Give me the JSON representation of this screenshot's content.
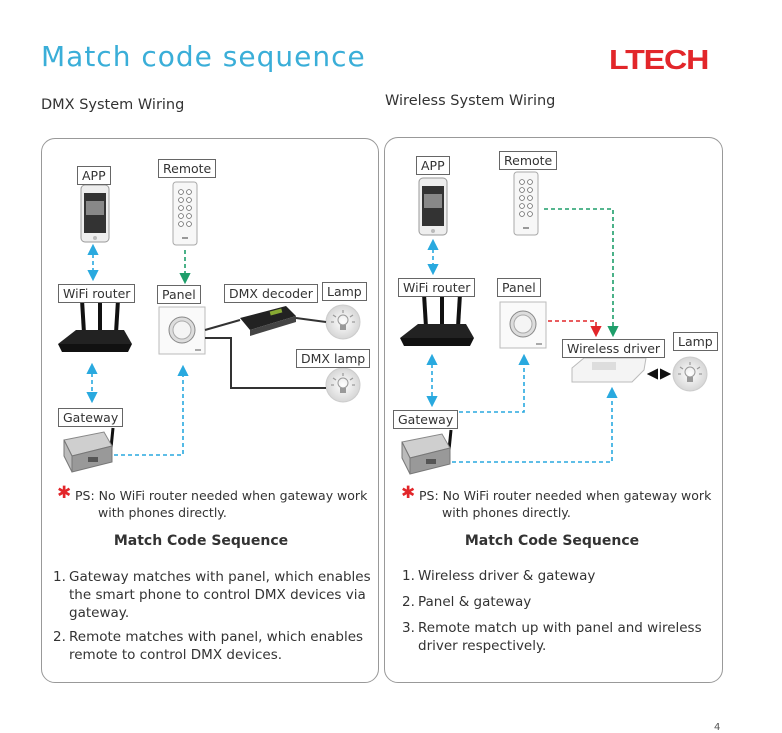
{
  "page": {
    "title": "Match code sequence",
    "logo": "LTECH",
    "page_number": "4"
  },
  "dmx": {
    "heading": "DMX System Wiring",
    "labels": {
      "app": "APP",
      "remote": "Remote",
      "wifi_router": "WiFi router",
      "panel": "Panel",
      "dmx_decoder": "DMX decoder",
      "lamp": "Lamp",
      "dmx_lamp": "DMX lamp",
      "gateway": "Gateway"
    },
    "ps_line1": "PS: No WiFi router needed when gateway work",
    "ps_line2": "with phones directly.",
    "sequence_title": "Match Code Sequence",
    "steps": [
      {
        "num": "1.",
        "lines": [
          "Gateway matches with panel, which enables",
          "the smart phone to control DMX devices via",
          "gateway."
        ]
      },
      {
        "num": "2.",
        "lines": [
          "Remote matches with panel, which enables",
          "remote to control DMX devices."
        ]
      }
    ]
  },
  "wireless": {
    "heading": "Wireless System Wiring",
    "labels": {
      "app": "APP",
      "remote": "Remote",
      "wifi_router": "WiFi router",
      "panel": "Panel",
      "wireless_driver": "Wireless driver",
      "lamp": "Lamp",
      "gateway": "Gateway"
    },
    "ps_line1": "PS: No WiFi router needed when gateway work",
    "ps_line2": "with phones directly.",
    "sequence_title": "Match Code Sequence",
    "steps": [
      {
        "num": "1.",
        "lines": [
          "Wireless driver & gateway"
        ]
      },
      {
        "num": "2.",
        "lines": [
          "Panel & gateway"
        ]
      },
      {
        "num": "3.",
        "lines": [
          "Remote match up with panel and wireless",
          "driver respectively."
        ]
      }
    ]
  },
  "colors": {
    "title_blue": "#3aaed8",
    "logo_red": "#e2262a",
    "link_blue": "#29a9df",
    "link_green": "#1e9e6a",
    "link_red": "#e2262a"
  }
}
